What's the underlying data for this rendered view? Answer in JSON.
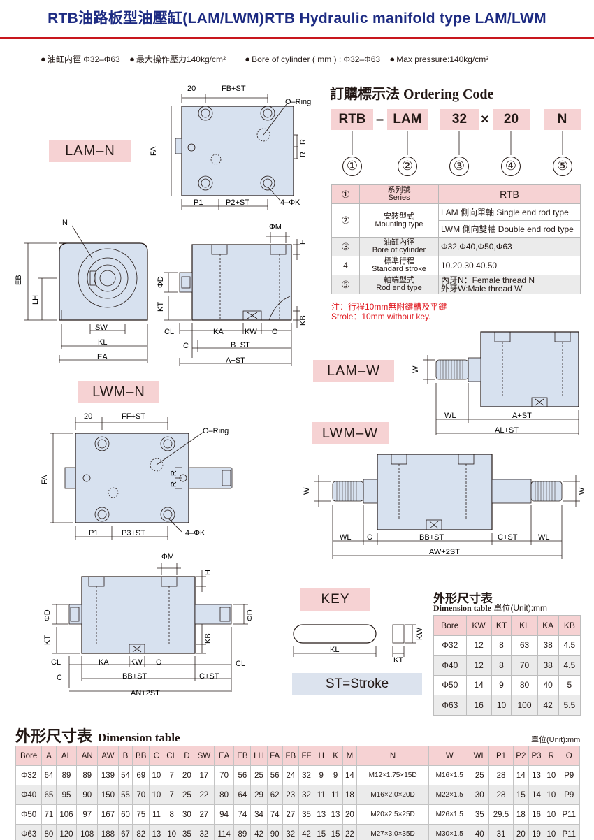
{
  "title": "RTB油路板型油壓缸(LAM/LWM)RTB Hydraulic manifold type LAM/LWM",
  "specs": [
    "油缸内徑 Φ32–Φ63",
    "最大操作壓力140kg/cm²",
    "Bore of cylinder ( mm ) : Φ32–Φ63",
    "Max pressure:140kg/cm²"
  ],
  "labels": {
    "lam_n": "LAM–N",
    "lwm_n": "LWM–N",
    "lam_w": "LAM–W",
    "lwm_w": "LWM–W",
    "key": "KEY",
    "stroke": "ST=Stroke"
  },
  "drawing_labels": {
    "lam_n_top": [
      "20",
      "FB+ST",
      "O–Ring",
      "FA",
      "R",
      "R",
      "P1",
      "P2+ST",
      "4–ΦK"
    ],
    "lam_n_front": [
      "N",
      "EB",
      "LH",
      "SW",
      "KL",
      "EA"
    ],
    "lam_n_side": [
      "ΦM",
      "H",
      "ΦD",
      "KT",
      "KB",
      "CL",
      "KA",
      "KW",
      "O",
      "C",
      "B+ST",
      "A+ST"
    ],
    "lam_w": [
      "W",
      "WL",
      "A+ST",
      "AL+ST"
    ],
    "lwm_n_top": [
      "20",
      "FF+ST",
      "O–Ring",
      "FA",
      "R",
      "R",
      "P1",
      "P3+ST",
      "4–ΦK"
    ],
    "lwm_w": [
      "W",
      "W",
      "WL",
      "C",
      "BB+ST",
      "C+ST",
      "WL",
      "AW+2ST"
    ],
    "lwm_n_side": [
      "ΦM",
      "H",
      "ΦD",
      "ΦD",
      "KT",
      "KB",
      "CL",
      "KA",
      "KW",
      "O",
      "CL",
      "C",
      "BB+ST",
      "C+ST",
      "AN+2ST"
    ],
    "key": [
      "KW",
      "KL",
      "KT"
    ]
  },
  "ordering": {
    "title": "訂購標示法 Ordering Code",
    "codes": [
      "RTB",
      "LAM",
      "32",
      "20",
      "N"
    ],
    "separators": [
      "–",
      "×"
    ],
    "numbers": [
      "①",
      "②",
      "③",
      "④",
      "⑤"
    ]
  },
  "series_table": {
    "rows": [
      {
        "num": "①",
        "zh": "系列號",
        "en": "Series",
        "values": [
          "RTB"
        ]
      },
      {
        "num": "②",
        "zh": "安裝型式",
        "en": "Mounting type",
        "values": [
          "LAM 側向單軸 Single end rod type",
          "LWM 側向雙軸 Double end rod type"
        ]
      },
      {
        "num": "③",
        "zh": "油缸內徑",
        "en": "Bore of cylinder",
        "values": [
          "Φ32,Φ40,Φ50,Φ63"
        ]
      },
      {
        "num": "4",
        "zh": "標準行程",
        "en": "Standard stroke",
        "values": [
          "10.20.30.40.50"
        ]
      },
      {
        "num": "⑤",
        "zh": "軸端型式",
        "en": "Rod end type",
        "values": [
          "內牙N：Female thread N",
          "外牙W:Male thread W"
        ]
      }
    ],
    "note_zh": "注：行程10mm無附鍵槽及平鍵",
    "note_en": "Strole：10mm without key."
  },
  "dim_table_small": {
    "title": "外形尺寸表",
    "subtitle": "Dimension table",
    "unit": "單位(Unit):mm",
    "headers": [
      "Bore",
      "KW",
      "KT",
      "KL",
      "KA",
      "KB"
    ],
    "rows": [
      [
        "Φ32",
        "12",
        "8",
        "63",
        "38",
        "4.5"
      ],
      [
        "Φ40",
        "12",
        "8",
        "70",
        "38",
        "4.5"
      ],
      [
        "Φ50",
        "14",
        "9",
        "80",
        "40",
        "5"
      ],
      [
        "Φ63",
        "16",
        "10",
        "100",
        "42",
        "5.5"
      ]
    ]
  },
  "dim_table_big": {
    "title": "外形尺寸表",
    "subtitle": "Dimension table",
    "unit": "單位(Unit):mm",
    "headers": [
      "Bore",
      "A",
      "AL",
      "AN",
      "AW",
      "B",
      "BB",
      "C",
      "CL",
      "D",
      "SW",
      "EA",
      "EB",
      "LH",
      "FA",
      "FB",
      "FF",
      "H",
      "K",
      "M",
      "N",
      "W",
      "WL",
      "P1",
      "P2",
      "P3",
      "R",
      "O"
    ],
    "rows": [
      [
        "Φ32",
        "64",
        "89",
        "89",
        "139",
        "54",
        "69",
        "10",
        "7",
        "20",
        "17",
        "70",
        "56",
        "25",
        "56",
        "24",
        "32",
        "9",
        "9",
        "14",
        "M12×1.75×15D",
        "M16×1.5",
        "25",
        "28",
        "14",
        "13",
        "10",
        "P9"
      ],
      [
        "Φ40",
        "65",
        "95",
        "90",
        "150",
        "55",
        "70",
        "10",
        "7",
        "25",
        "22",
        "80",
        "64",
        "29",
        "62",
        "23",
        "32",
        "11",
        "11",
        "18",
        "M16×2.0×20D",
        "M22×1.5",
        "30",
        "28",
        "15",
        "14",
        "10",
        "P9"
      ],
      [
        "Φ50",
        "71",
        "106",
        "97",
        "167",
        "60",
        "75",
        "11",
        "8",
        "30",
        "27",
        "94",
        "74",
        "34",
        "74",
        "27",
        "35",
        "13",
        "13",
        "20",
        "M20×2.5×25D",
        "M26×1.5",
        "35",
        "29.5",
        "18",
        "16",
        "10",
        "P11"
      ],
      [
        "Φ63",
        "80",
        "120",
        "108",
        "188",
        "67",
        "82",
        "13",
        "10",
        "35",
        "32",
        "114",
        "89",
        "42",
        "90",
        "32",
        "42",
        "15",
        "15",
        "22",
        "M27×3.0×35D",
        "M30×1.5",
        "40",
        "31",
        "20",
        "19",
        "10",
        "P11"
      ]
    ]
  },
  "colors": {
    "title_blue": "#1d2b82",
    "rule_red": "#c8161d",
    "tag_pink": "#f6d2d3",
    "body_fill": "#d7e1ef",
    "note_red": "#e0171e",
    "stroke_box": "#dce3ee"
  }
}
